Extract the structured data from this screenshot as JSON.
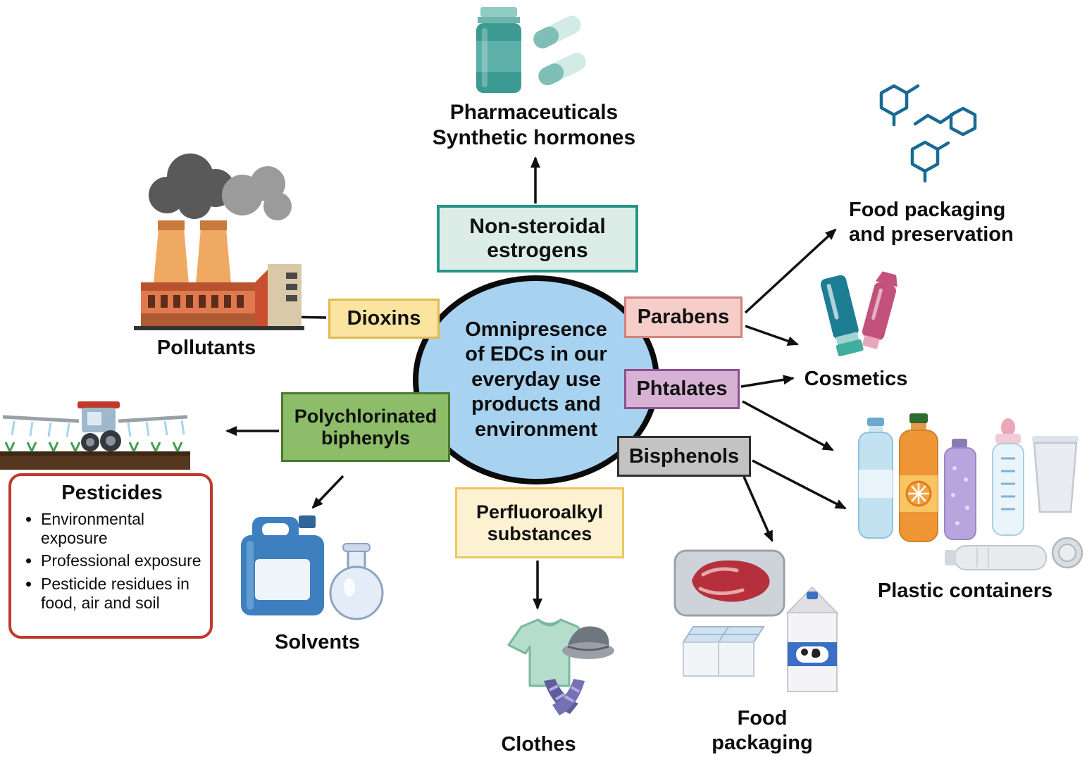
{
  "center": {
    "label": "Omnipresence\nof EDCs in our\neveryday use\nproducts and\nenvironment"
  },
  "boxes": {
    "non_steroidal_estrogens": {
      "label": "Non-steroidal\nestrogens",
      "bg": "#dcede8",
      "border": "#26968a"
    },
    "dioxins": {
      "label": "Dioxins",
      "bg": "#fbe3a0",
      "border": "#e0ba52"
    },
    "parabens": {
      "label": "Parabens",
      "bg": "#f6cdc8",
      "border": "#d2847c"
    },
    "phtalates": {
      "label": "Phtalates",
      "bg": "#d7b2d4",
      "border": "#8e5090"
    },
    "bisphenols": {
      "label": "Bisphenols",
      "bg": "#c3c3c3",
      "border": "#2f2f2f"
    },
    "polychlorinated_biphenyls": {
      "label": "Polychlorinated\nbiphenyls",
      "bg": "#8dbd69",
      "border": "#4a7a31"
    },
    "perfluoroalkyl_substances": {
      "label": "Perfluoroalkyl\nsubstances",
      "bg": "#fcf2d2",
      "border": "#ecc75e"
    }
  },
  "labels": {
    "pharmaceuticals": "Pharmaceuticals\nSynthetic hormones",
    "pollutants": "Pollutants",
    "food_packaging_preservation": "Food packaging\nand preservation",
    "cosmetics": "Cosmetics",
    "plastic_containers": "Plastic containers",
    "food_packaging": "Food packaging",
    "clothes": "Clothes",
    "solvents": "Solvents"
  },
  "pesticides": {
    "title": "Pesticides",
    "bullets": [
      "Environmental exposure",
      "Professional exposure",
      "Pesticide residues in food, air and soil"
    ]
  },
  "style": {
    "center_bg": "#a7d2f0",
    "pesticides_border": "#c0392b",
    "arrow_color": "#111111"
  }
}
